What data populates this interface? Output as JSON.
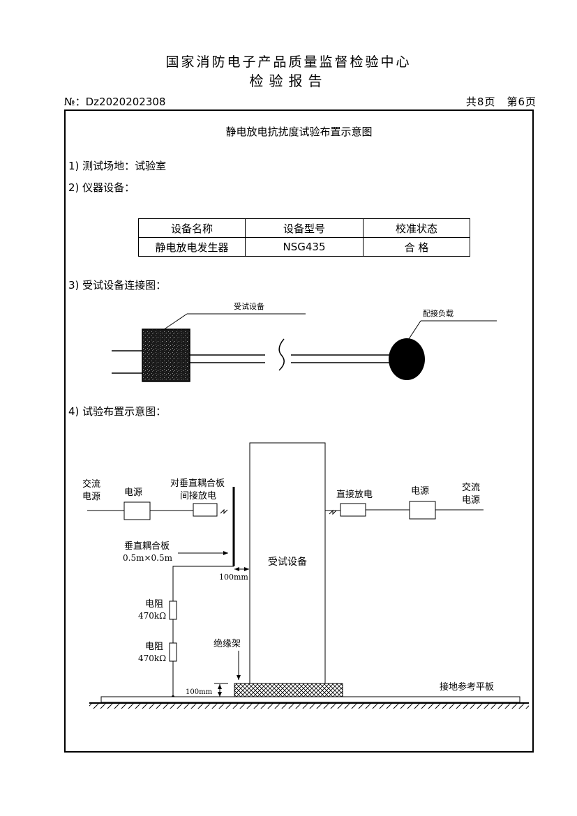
{
  "header": {
    "org": "国家消防电子产品质量监督检验中心",
    "title": "检验报告",
    "report_no": "№：Dz2020202308",
    "page_info": "共8页　第6页"
  },
  "section_title": "静电放电抗扰度试验布置示意图",
  "items": {
    "site": "1) 测试场地：试验室",
    "equipment": "2) 仪器设备：",
    "connection": "3) 受试设备连接图：",
    "layout": "4) 试验布置示意图："
  },
  "equipment_table": {
    "headers": [
      "设备名称",
      "设备型号",
      "校准状态"
    ],
    "rows": [
      [
        "静电放电发生器",
        "NSG435",
        "合 格"
      ]
    ]
  },
  "connection_diagram": {
    "eut_label": "受试设备",
    "load_label": "配接负载"
  },
  "layout_diagram": {
    "ac_left_1": "交流",
    "ac_left_2": "电源",
    "psu_left": "电源",
    "vcp_disc_1": "对垂直耦合板",
    "vcp_disc_2": "间接放电",
    "direct_disc": "直接放电",
    "psu_right": "电源",
    "ac_right_1": "交流",
    "ac_right_2": "电源",
    "vcp_1": "垂直耦合板",
    "vcp_2": "0.5m×0.5m",
    "dist_100_a": "100mm",
    "eut": "受试设备",
    "res1_a": "电阻",
    "res1_b": "470kΩ",
    "res2_a": "电阻",
    "res2_b": "470kΩ",
    "insulator": "绝缘架",
    "dist_100_b": "100mm",
    "ground_plane": "接地参考平板"
  }
}
